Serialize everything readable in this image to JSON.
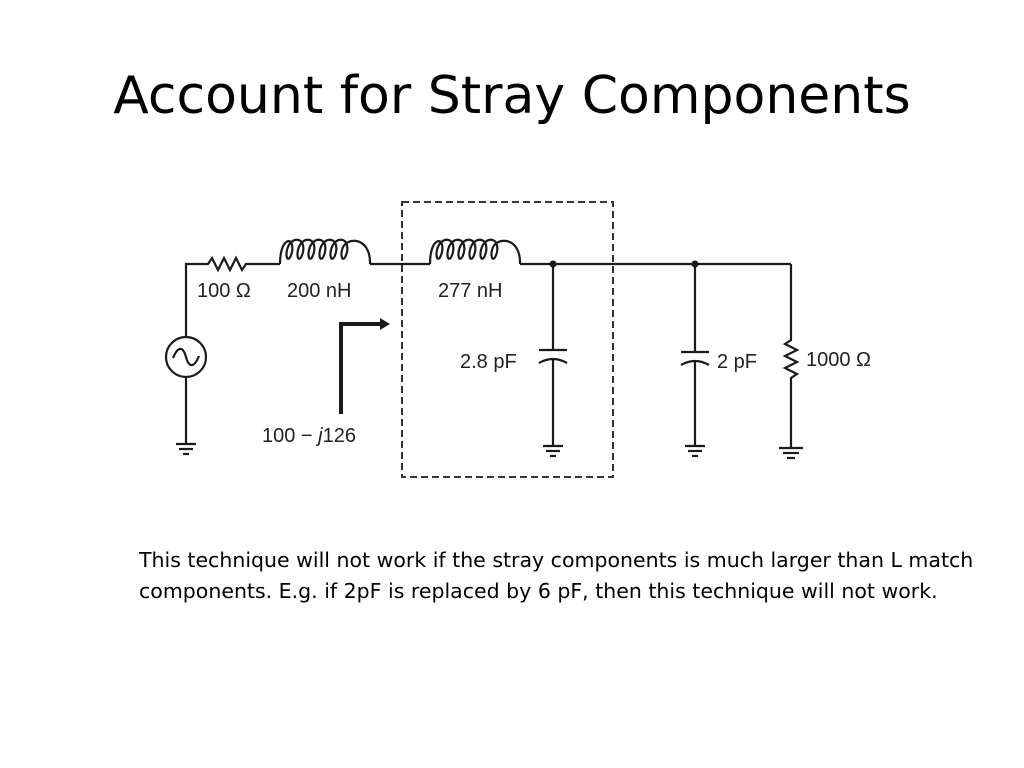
{
  "slide": {
    "title": "Account for Stray Components",
    "note": "This technique will not work if the stray components is much larger than L match components.  E.g. if 2pF is replaced by 6 pF, then this technique will not work."
  },
  "circuit": {
    "labels": {
      "r_source": "100 Ω",
      "l_series_1": "200 nH",
      "l_series_2": "277 nH",
      "c_match": "2.8 pF",
      "c_stray": "2 pF",
      "r_load": "1000 Ω",
      "impedance_real": "100 − ",
      "impedance_j": "j",
      "impedance_imag": "126"
    }
  }
}
